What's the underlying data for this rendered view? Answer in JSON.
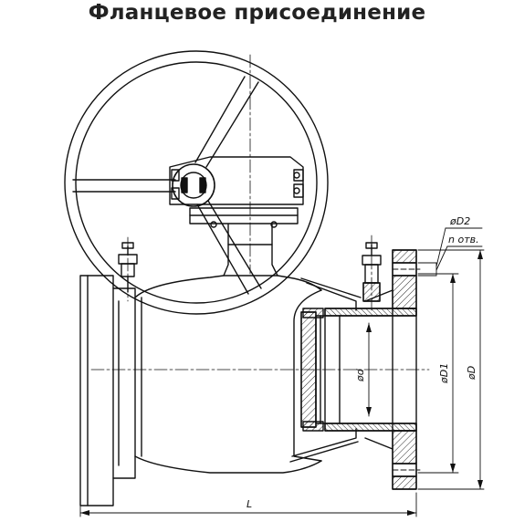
{
  "title": "Фланцевое присоединение",
  "dimensions": {
    "d2": "øD2",
    "n_holes": "n отв.",
    "d": "ød",
    "d1": "øD1",
    "d_outer": "øD",
    "length": "L"
  }
}
